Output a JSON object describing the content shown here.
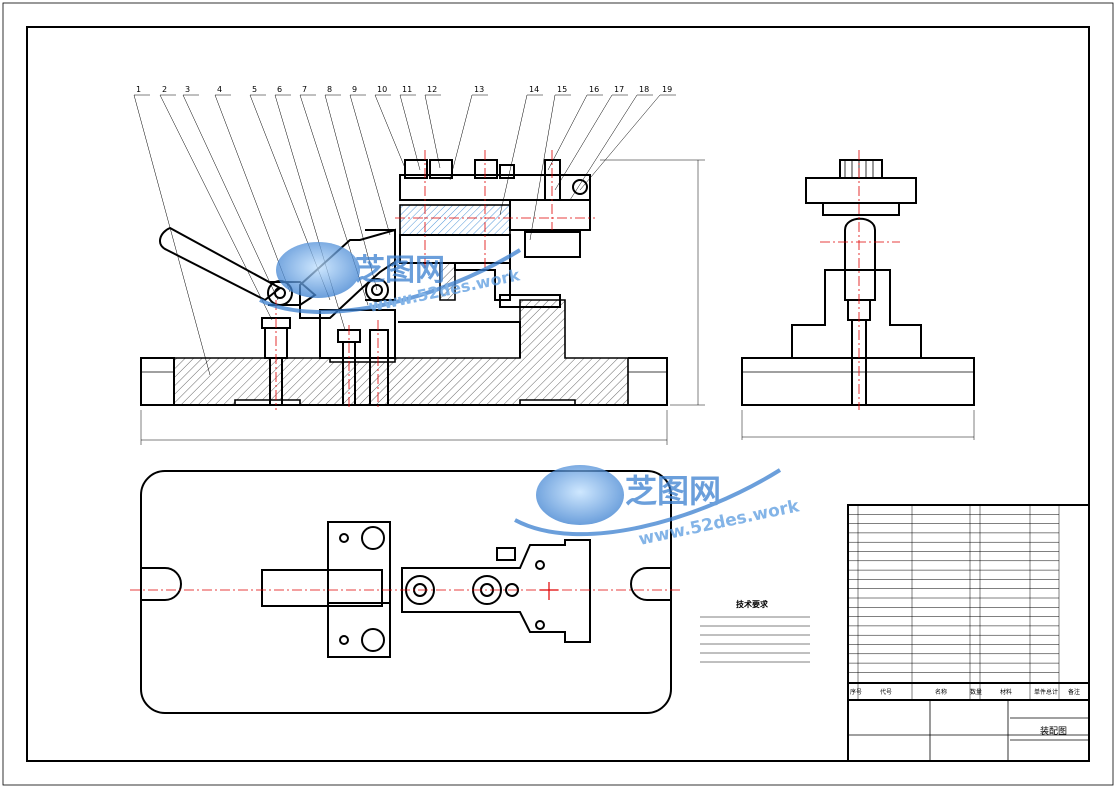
{
  "balloons": [
    "1",
    "2",
    "3",
    "4",
    "5",
    "6",
    "7",
    "8",
    "9",
    "10",
    "11",
    "12",
    "13",
    "14",
    "15",
    "16",
    "17",
    "18",
    "19"
  ],
  "watermark": {
    "brand": "芝图网",
    "url": "www.52des.work",
    "brand_color": "#3a7fd0",
    "url_color": "#5a9be0"
  },
  "title_block": {
    "header": [
      "序号",
      "代号",
      "名称",
      "数量",
      "材料",
      "单件",
      "总计",
      "备注"
    ],
    "drawing_name": "装配图"
  },
  "tech_notes": {
    "title": "技术要求"
  },
  "colors": {
    "line": "#000000",
    "center_line": "#e00000",
    "paper": "#ffffff"
  }
}
